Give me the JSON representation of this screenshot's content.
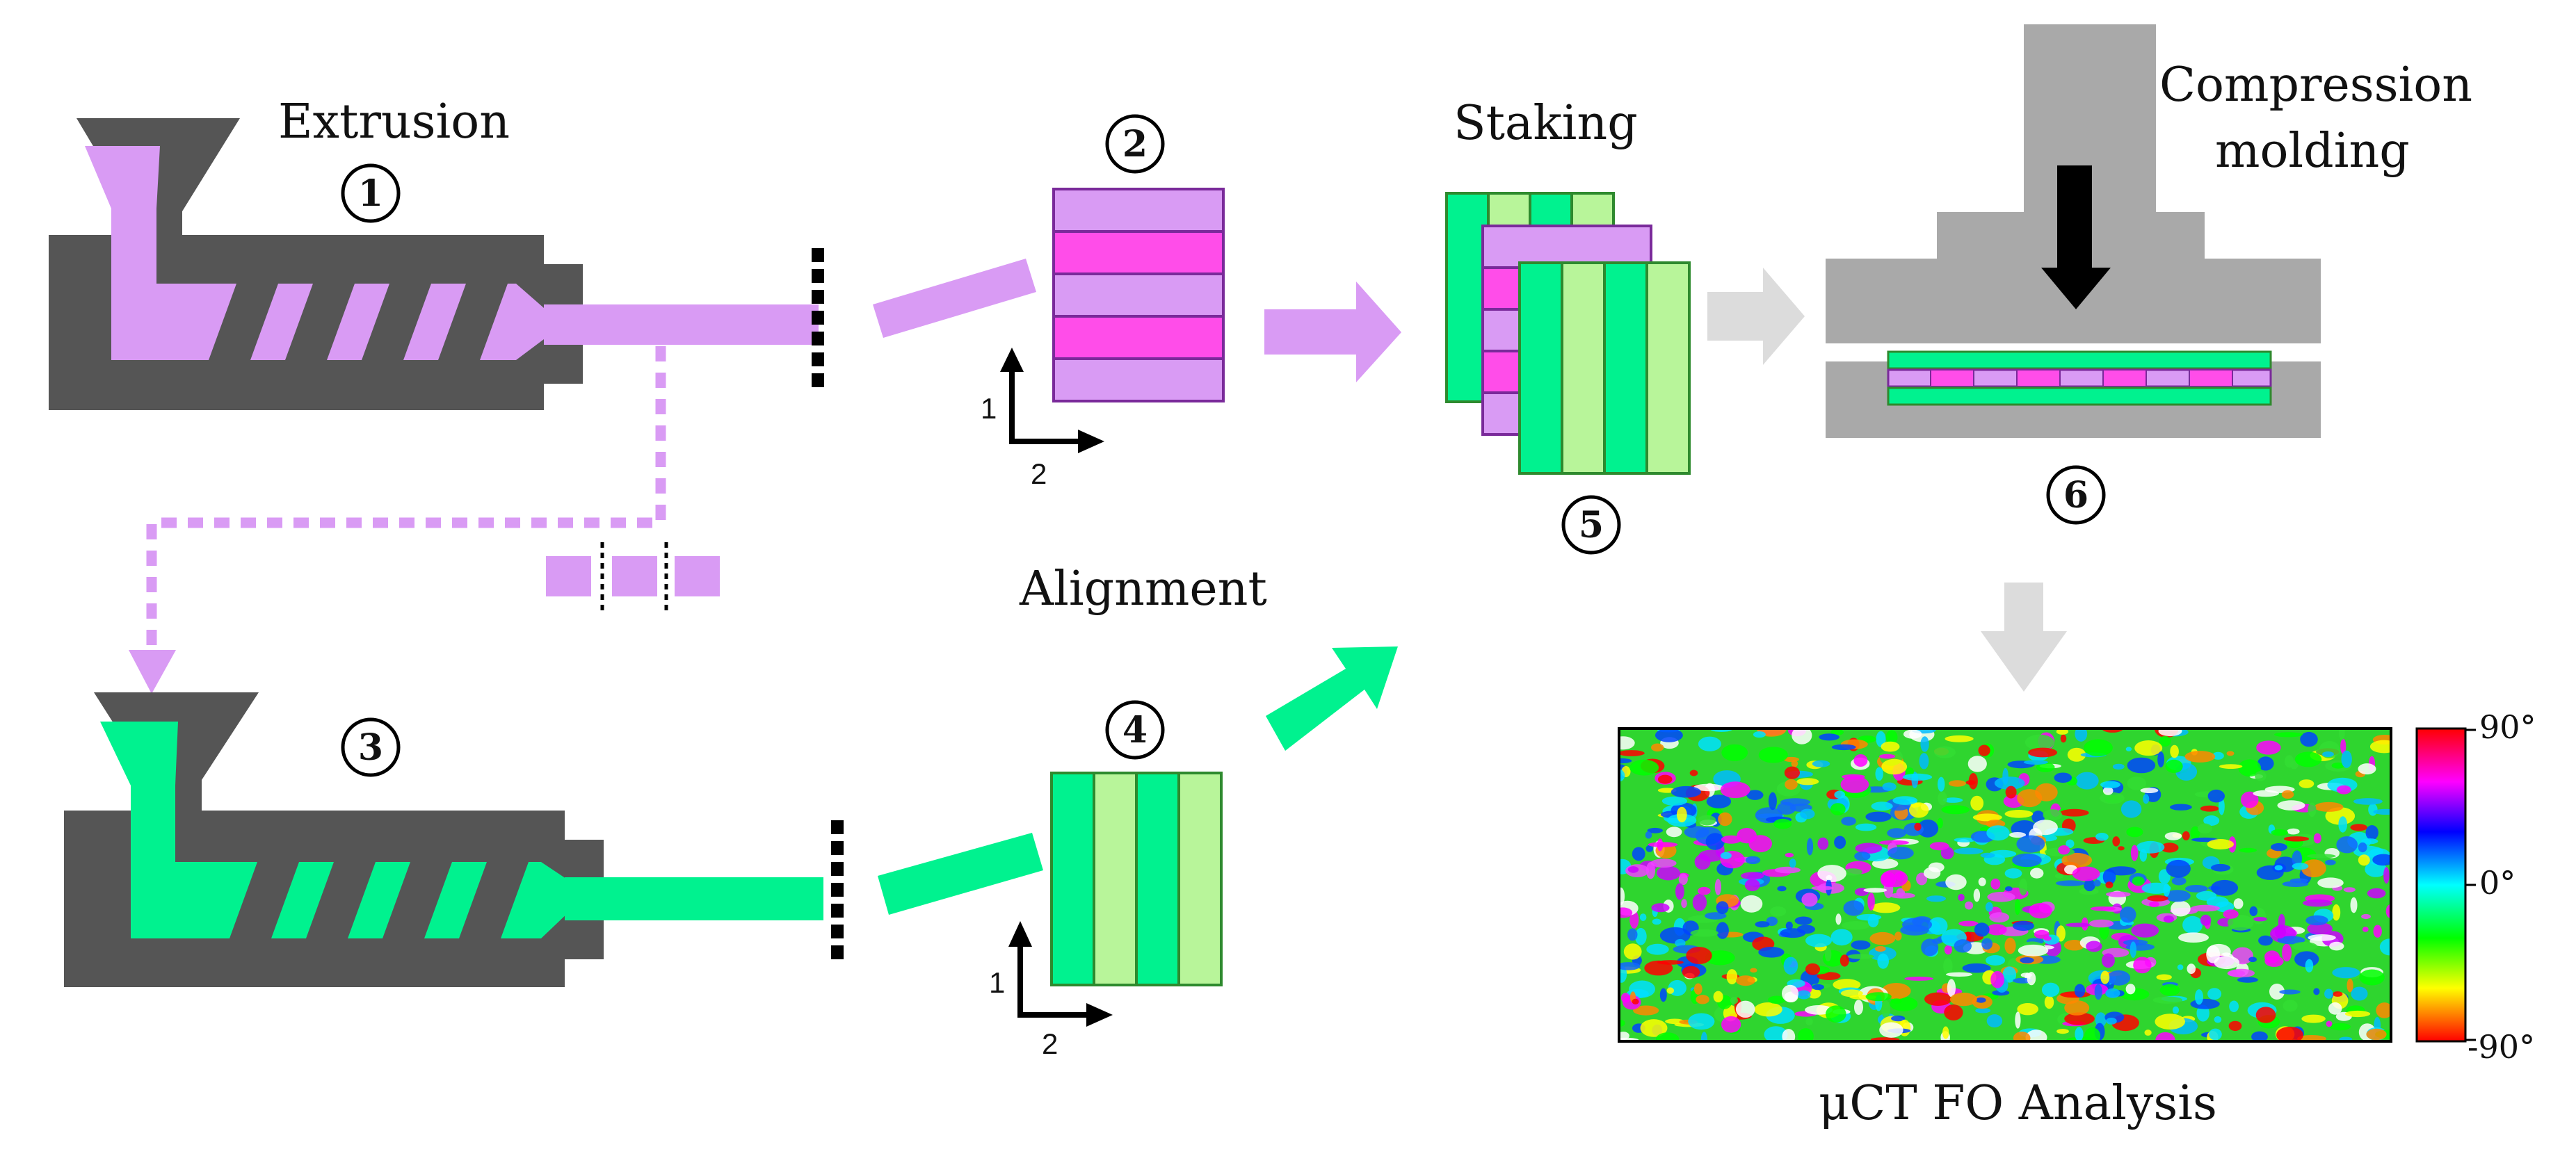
{
  "labels": {
    "extrusion": "Extrusion",
    "alignment": "Alignment",
    "staking": "Staking",
    "compression_line1": "Compression",
    "compression_line2": "molding",
    "analysis": "μCT FO Analysis"
  },
  "steps": {
    "s1": "1",
    "s2": "2",
    "s3": "3",
    "s4": "4",
    "s5": "5",
    "s6": "6"
  },
  "axes": {
    "dir1": "1",
    "dir2": "2"
  },
  "colorbar": {
    "max": "90°",
    "mid": "0°",
    "min": "-90°"
  },
  "colors": {
    "extruder_body": "#555555",
    "purple_light": "#d99bf4",
    "purple_strong": "#ff4de9",
    "green_strong": "#00f28f",
    "green_light": "#b8f59a",
    "press_gray": "#a9a9a9",
    "arrow_gray": "#dcdcdc",
    "arrow_black": "#000000"
  }
}
